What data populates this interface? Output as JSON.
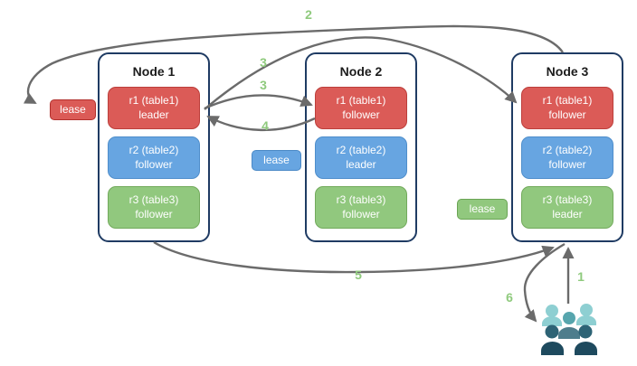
{
  "diagram": {
    "nodes": [
      {
        "title": "Node 1",
        "replicas": [
          {
            "label": "r1 (table1)",
            "role": "leader",
            "color": "#db5b57"
          },
          {
            "label": "r2 (table2)",
            "role": "follower",
            "color": "#67a5e1"
          },
          {
            "label": "r3 (table3)",
            "role": "follower",
            "color": "#91c87e"
          }
        ]
      },
      {
        "title": "Node 2",
        "replicas": [
          {
            "label": "r1 (table1)",
            "role": "follower",
            "color": "#db5b57"
          },
          {
            "label": "r2 (table2)",
            "role": "leader",
            "color": "#67a5e1"
          },
          {
            "label": "r3 (table3)",
            "role": "follower",
            "color": "#91c87e"
          }
        ]
      },
      {
        "title": "Node 3",
        "replicas": [
          {
            "label": "r1 (table1)",
            "role": "follower",
            "color": "#db5b57"
          },
          {
            "label": "r2 (table2)",
            "role": "follower",
            "color": "#67a5e1"
          },
          {
            "label": "r3 (table3)",
            "role": "leader",
            "color": "#91c87e"
          }
        ]
      }
    ],
    "leases": [
      {
        "label": "lease",
        "color": "#db5b57",
        "for": "r1"
      },
      {
        "label": "lease",
        "color": "#67a5e1",
        "for": "r2"
      },
      {
        "label": "lease",
        "color": "#91c87e",
        "for": "r3"
      }
    ],
    "arrows": [
      {
        "step": "1",
        "from": "clients",
        "to": "node3"
      },
      {
        "step": "2",
        "from": "node3",
        "to": "r1-lease"
      },
      {
        "step": "3",
        "from": "node1-r1-leader",
        "to": "node2-r1-follower"
      },
      {
        "step": "3",
        "from": "node1-r1-leader",
        "to": "node3-r1-follower"
      },
      {
        "step": "4",
        "from": "node2-r1-follower",
        "to": "node1-r1-leader"
      },
      {
        "step": "5",
        "from": "node1",
        "to": "node3"
      },
      {
        "step": "6",
        "from": "node3",
        "to": "clients"
      }
    ],
    "icons": {
      "clients": "users-icon"
    },
    "colors": {
      "replica_red": "#db5b57",
      "replica_blue": "#67a5e1",
      "replica_green": "#91c87e",
      "node_border": "#1f3b63",
      "arrow_gray": "#6b6b6b",
      "step_label_green": "#8fca7d"
    }
  }
}
